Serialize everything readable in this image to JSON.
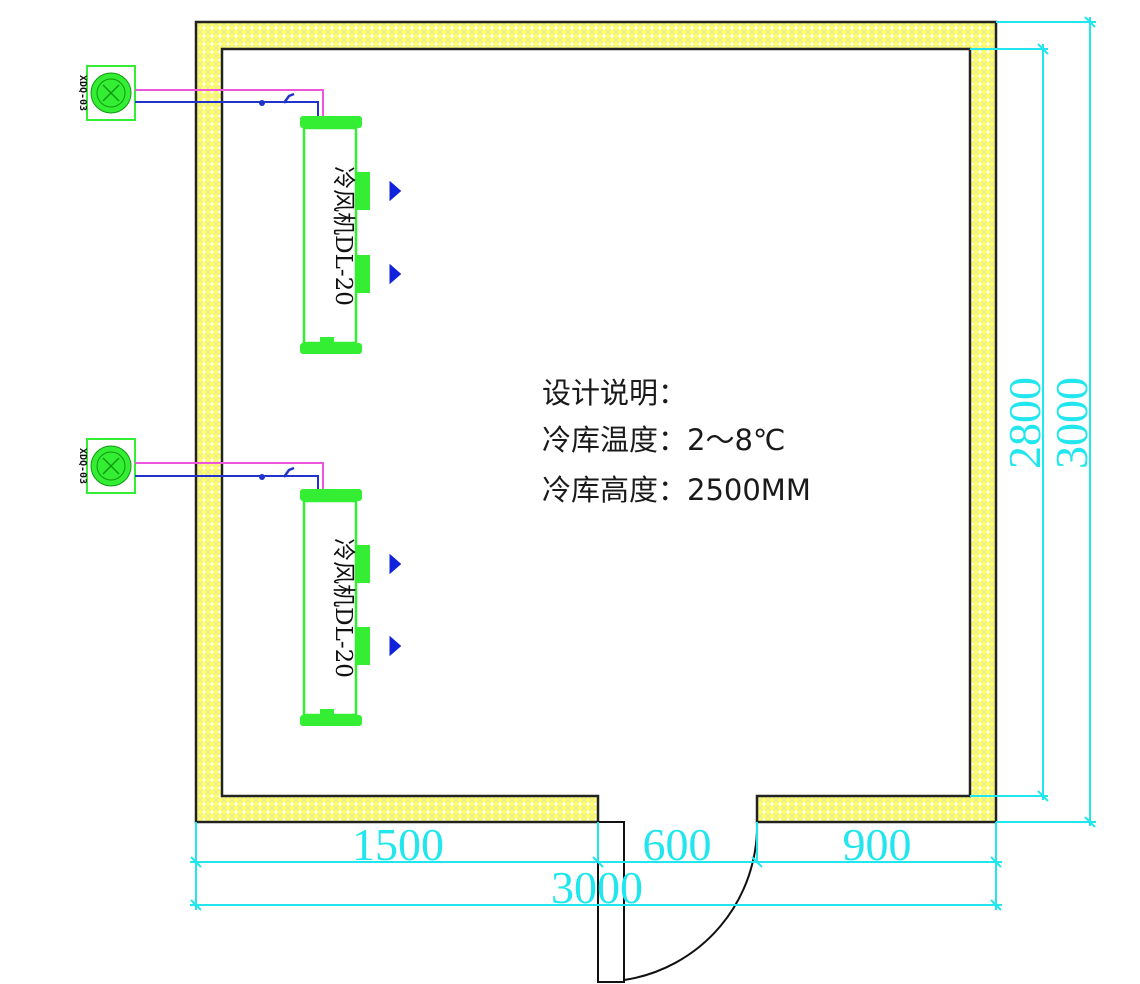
{
  "drawing": {
    "title": "Cold room floor plan",
    "colors": {
      "wall_fill": "#ffff66",
      "wall_outline": "#222222",
      "dimension": "#22e6ee",
      "equipment": "#33ee33",
      "refrigerant_liquid": "#2233cc",
      "refrigerant_suction": "#ee55dd",
      "door": "#111111"
    },
    "notes": {
      "heading": "设计说明：",
      "temperature": "冷库温度：2～8℃",
      "height": "冷库高度：2500MM"
    },
    "condensing_units": [
      {
        "label": "XDQ-03"
      },
      {
        "label": "XDQ-03"
      }
    ],
    "evaporators": [
      {
        "label": "冷风机DL-20"
      },
      {
        "label": "冷风机DL-20"
      }
    ],
    "dimensions": {
      "bottom_segments": [
        "1500",
        "600",
        "900"
      ],
      "bottom_total": "3000",
      "right_inner": "2800",
      "right_total": "3000"
    }
  }
}
